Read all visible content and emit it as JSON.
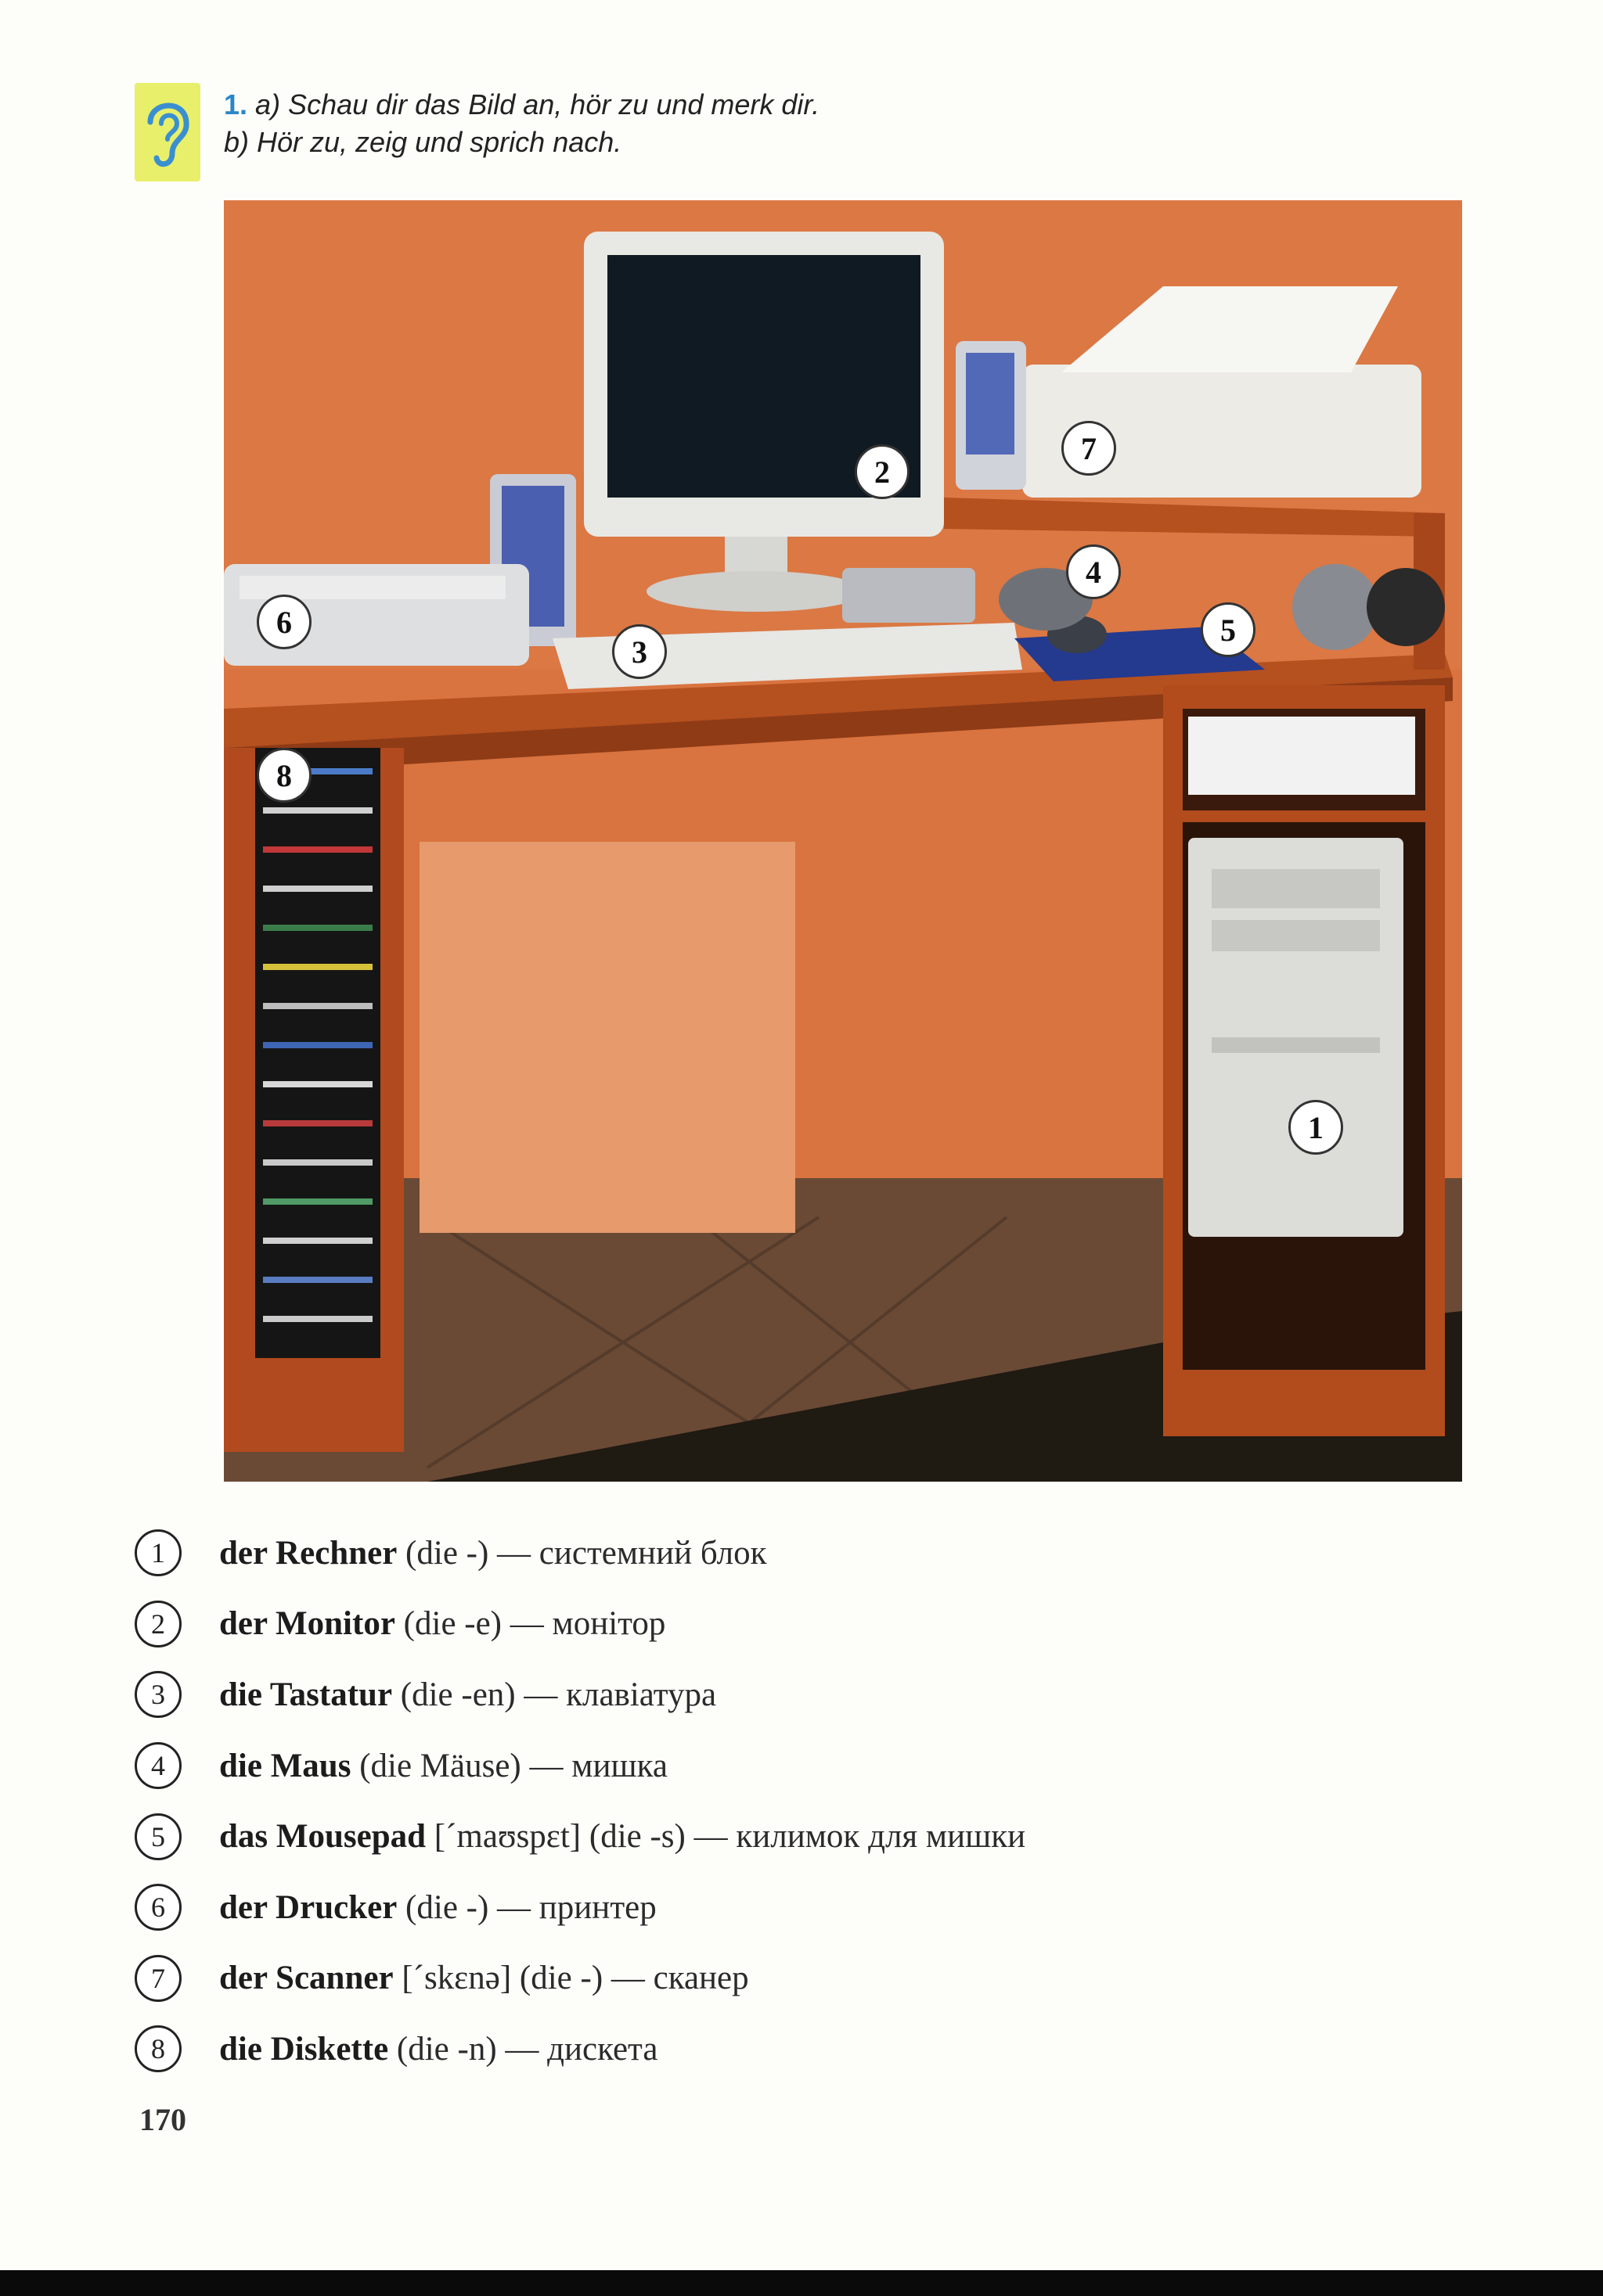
{
  "header": {
    "number": "1.",
    "line_a": "a) Schau dir das Bild an, hör zu und merk dir.",
    "line_b": "b) Hör zu, zeig und sprich nach."
  },
  "icons": {
    "listen": "ear-icon"
  },
  "photo": {
    "callouts": [
      "1",
      "2",
      "3",
      "4",
      "5",
      "6",
      "7",
      "8"
    ]
  },
  "vocabulary": [
    {
      "n": "1",
      "word": "der Rechner",
      "rest": " (die -) — системний блок"
    },
    {
      "n": "2",
      "word": "der Monitor",
      "rest": " (die -e) — монітор"
    },
    {
      "n": "3",
      "word": "die Tastatur",
      "rest": " (die -en) — клавіатура"
    },
    {
      "n": "4",
      "word": "die Maus",
      "rest": " (die Mäuse) — мишка"
    },
    {
      "n": "5",
      "word": "das Mousepad",
      "rest": " [ˊmaʊspɛt] (die -s) — килимок для мишки"
    },
    {
      "n": "6",
      "word": "der Drucker",
      "rest": " (die -) — принтер"
    },
    {
      "n": "7",
      "word": "der Scanner",
      "rest": " [ˊskɛnə] (die -) — сканер"
    },
    {
      "n": "8",
      "word": "die Diskette",
      "rest": " (die -n) — дискета"
    }
  ],
  "page_number": "170",
  "colors": {
    "accent_number": "#2a86c8",
    "ear_box": "#e8ef6a",
    "wall": "#d9733f",
    "desk": "#b44e22"
  }
}
